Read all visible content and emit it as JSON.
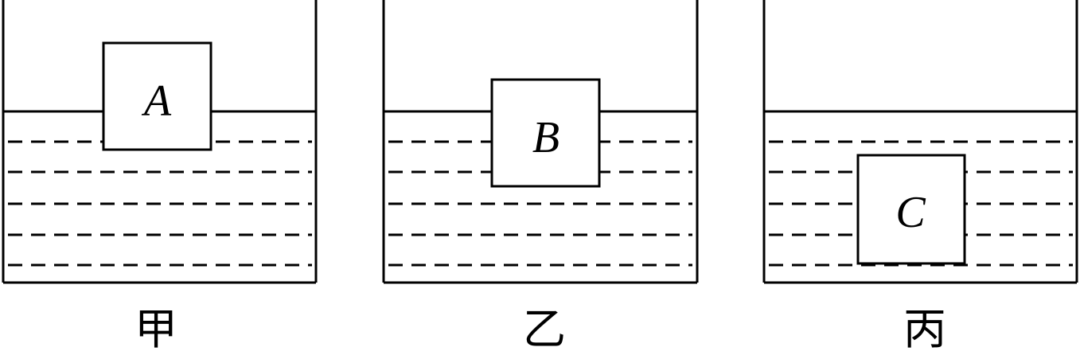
{
  "containers": [
    {
      "block_label": "A",
      "caption": "甲"
    },
    {
      "block_label": "B",
      "caption": "乙"
    },
    {
      "block_label": "C",
      "caption": "丙"
    }
  ]
}
